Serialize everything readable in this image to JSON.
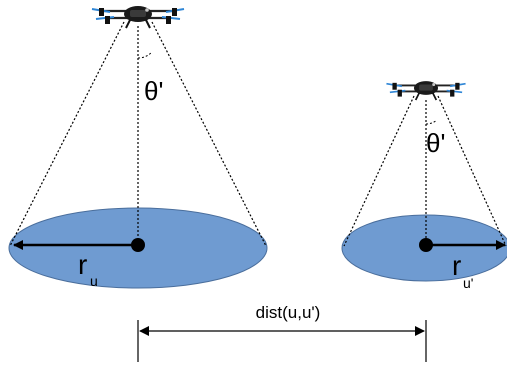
{
  "labels": {
    "theta_left": "θ'",
    "theta_right": "θ'",
    "radius_left_main": "r",
    "radius_left_sub": "u",
    "radius_right_main": "r",
    "radius_right_sub": "u'",
    "distance": "dist(u,u')"
  },
  "colors": {
    "coverage_fill": "#6f9bd1",
    "coverage_stroke": "#4a6e9c",
    "drone_accent": "#2f86d6",
    "line": "#000000"
  },
  "icons": {
    "drone_left": "quadcopter-drone-icon",
    "drone_right": "quadcopter-drone-icon"
  }
}
